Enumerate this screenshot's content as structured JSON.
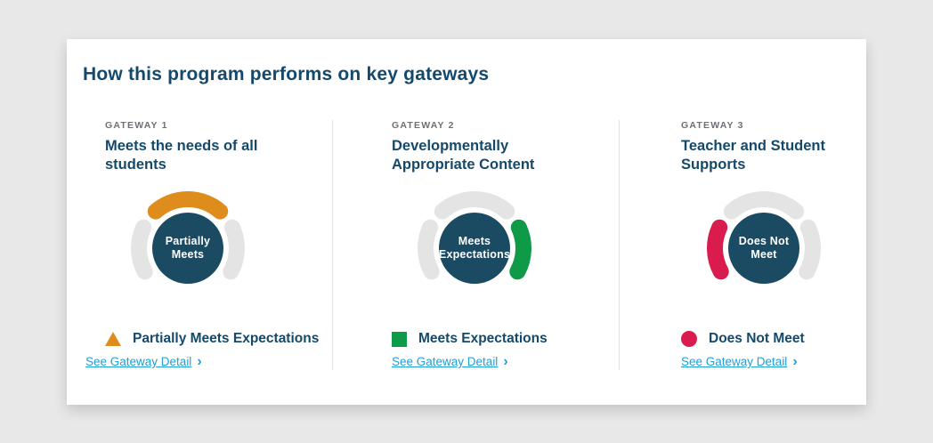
{
  "header": {
    "title": "How this program performs on key gateways"
  },
  "colors": {
    "navy_text": "#15496B",
    "gauge_center_navy": "#1B4A63",
    "ring_gray": "#E4E4E5",
    "orange": "#DE8C1B",
    "green": "#0F9A48",
    "red": "#D91C4D",
    "link_blue": "#1F9FD6",
    "background_gray": "#E8E8E8"
  },
  "gateways": [
    {
      "eyebrow": "GATEWAY 1",
      "title_lines": [
        "Meets the needs of all",
        "students"
      ],
      "gauge_label_lines": [
        "Partially",
        "Meets"
      ],
      "rating": "Partially Meets Expectations",
      "rating_icon": "triangle",
      "rating_color": "#DE8C1B",
      "active_segment": "top",
      "link_label": "See Gateway Detail",
      "link_chevron": "›"
    },
    {
      "eyebrow": "GATEWAY 2",
      "title_lines": [
        "Developmentally",
        "Appropriate Content"
      ],
      "gauge_label_lines": [
        "Meets",
        "Expectations"
      ],
      "rating": "Meets Expectations",
      "rating_icon": "square",
      "rating_color": "#0F9A48",
      "active_segment": "right",
      "link_label": "See Gateway Detail",
      "link_chevron": "›"
    },
    {
      "eyebrow": "GATEWAY 3",
      "title_lines": [
        "Teacher and Student",
        "Supports"
      ],
      "gauge_label_lines": [
        "Does Not",
        "Meet"
      ],
      "rating": "Does Not Meet",
      "rating_icon": "circle",
      "rating_color": "#D91C4D",
      "active_segment": "left",
      "link_label": "See Gateway Detail",
      "link_chevron": "›"
    }
  ]
}
